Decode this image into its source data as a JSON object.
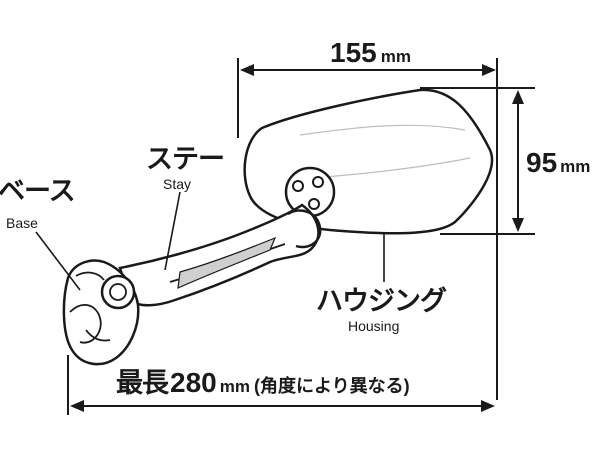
{
  "labels": {
    "base_jp": "ベース",
    "base_en": "Base",
    "stay_jp": "ステー",
    "stay_en": "Stay",
    "housing_jp": "ハウジング",
    "housing_en": "Housing"
  },
  "dimensions": {
    "width_value": "155",
    "width_unit": "mm",
    "height_value": "95",
    "height_unit": "mm",
    "total_prefix": "最長",
    "total_value": "280",
    "total_unit": "mm",
    "total_note": "(角度により異なる)"
  },
  "colors": {
    "line": "#1a1a1a",
    "fill": "#ffffff",
    "shade": "#cfcfcf"
  }
}
